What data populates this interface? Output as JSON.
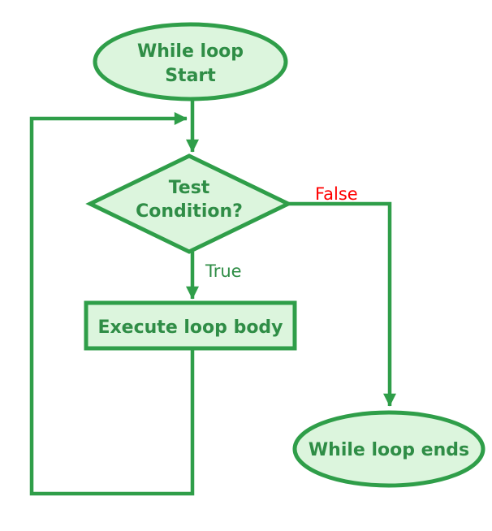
{
  "colors": {
    "background": "#ffffff",
    "stroke": "#2f9e49",
    "fill": "#dcf5dd",
    "text": "#2f8d46",
    "false_label": "#ff0000"
  },
  "nodes": {
    "start": {
      "line1": "While loop",
      "line2": "Start"
    },
    "condition": {
      "line1": "Test",
      "line2": "Condition?"
    },
    "body": {
      "label": "Execute loop body"
    },
    "end": {
      "label": "While loop ends"
    }
  },
  "edges": {
    "true_label": "True",
    "false_label": "False"
  }
}
